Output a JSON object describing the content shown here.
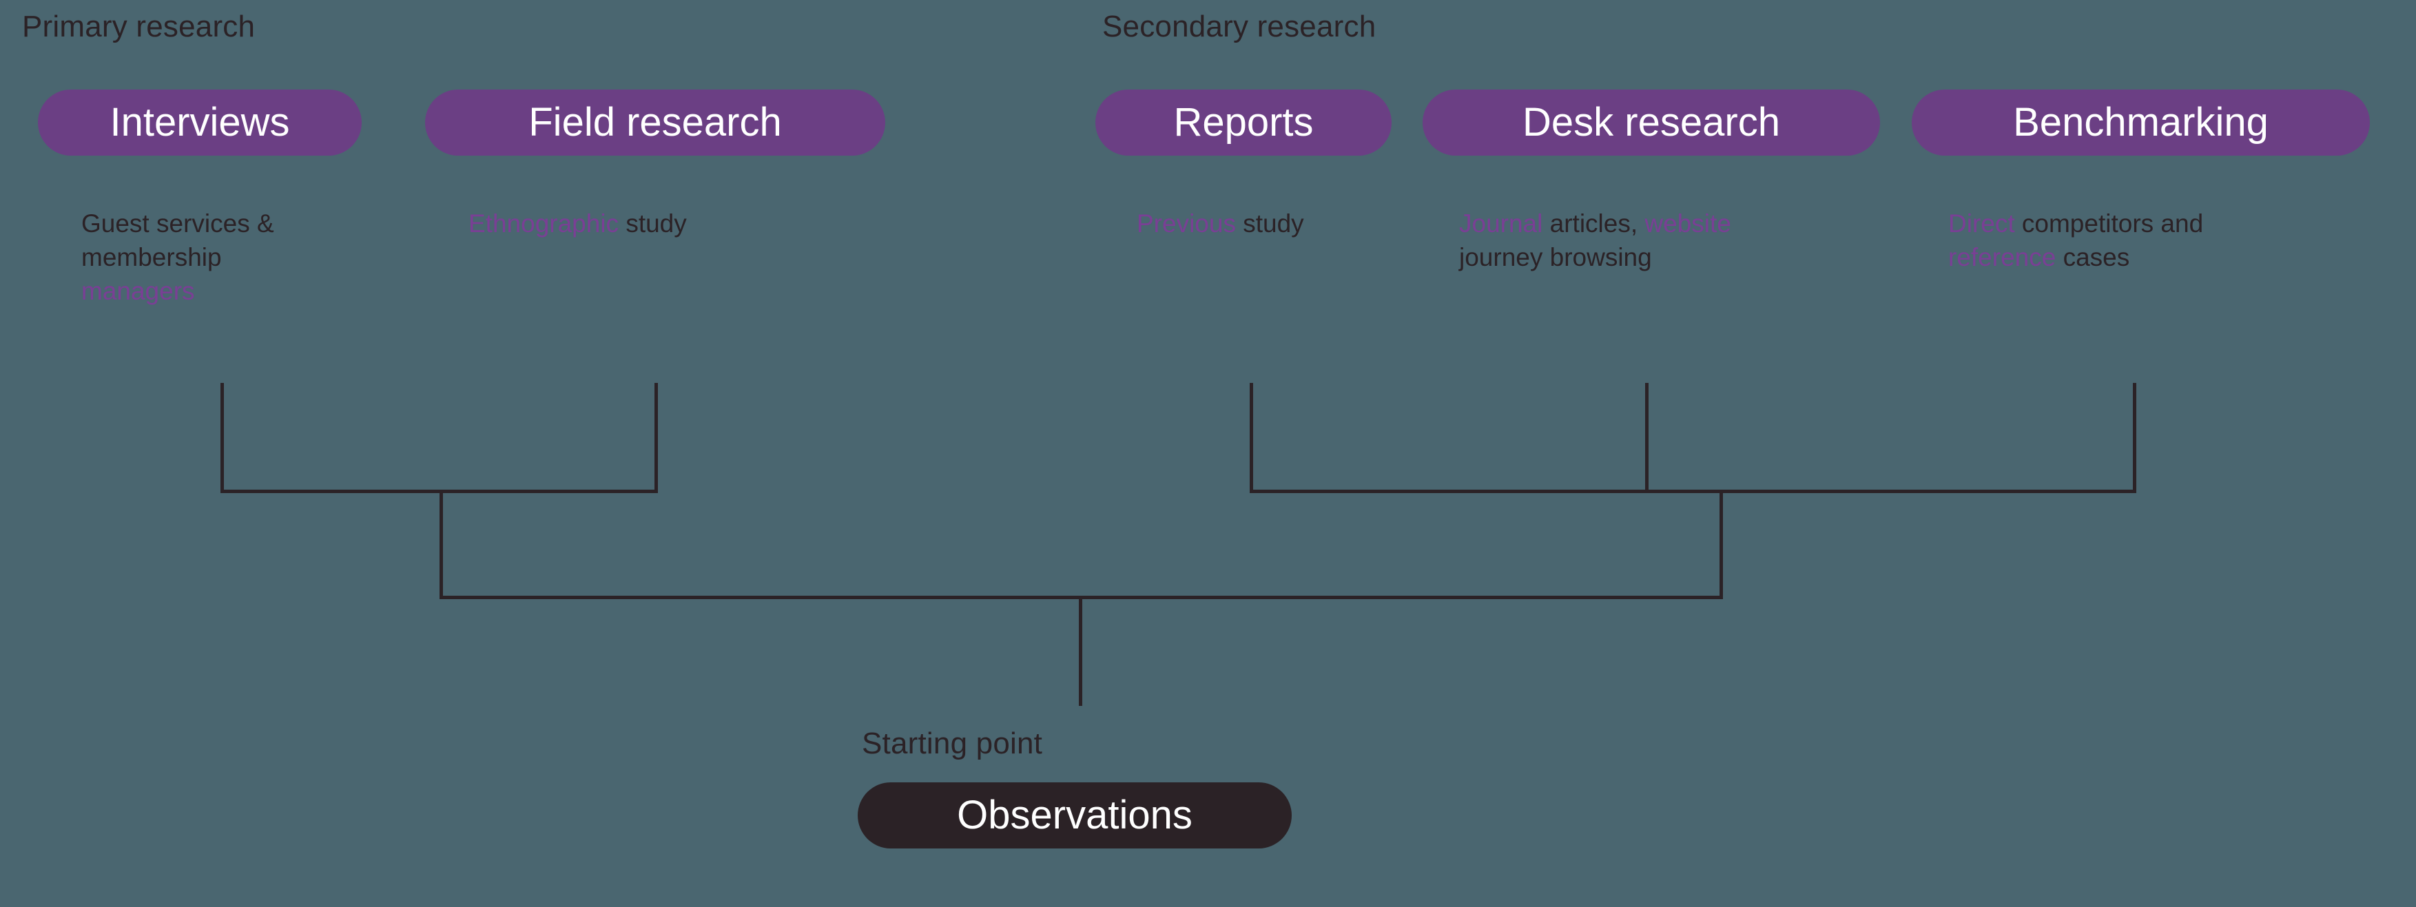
{
  "colors": {
    "background": "#4a6670",
    "pill_purple": "#6b3f84",
    "pill_dark": "#2b2226",
    "text_dark": "#2b2226",
    "text_highlight": "#7a3f95",
    "pill_text": "#ffffff",
    "connector": "#2b2226"
  },
  "groups": {
    "primary": {
      "label": "Primary research"
    },
    "secondary": {
      "label": "Secondary research"
    }
  },
  "nodes": [
    {
      "id": "interviews",
      "pill_label": "Interviews",
      "pill_style": "purple",
      "description_lines": [
        [
          {
            "t": "Guest services &",
            "hl": false
          }
        ],
        [
          {
            "t": "membership",
            "hl": false
          }
        ],
        [
          {
            "t": "managers",
            "hl": true
          }
        ]
      ]
    },
    {
      "id": "field-research",
      "pill_label": "Field research",
      "pill_style": "purple",
      "description_lines": [
        [
          {
            "t": "Ethnographic",
            "hl": true
          },
          {
            "t": " study",
            "hl": false
          }
        ]
      ]
    },
    {
      "id": "reports",
      "pill_label": "Reports",
      "pill_style": "purple",
      "description_lines": [
        [
          {
            "t": "Previous",
            "hl": true
          },
          {
            "t": " study",
            "hl": false
          }
        ]
      ]
    },
    {
      "id": "desk-research",
      "pill_label": "Desk research",
      "pill_style": "purple",
      "description_lines": [
        [
          {
            "t": "Journal",
            "hl": true
          },
          {
            "t": " articles, ",
            "hl": false
          },
          {
            "t": "website",
            "hl": true
          }
        ],
        [
          {
            "t": "journey browsing",
            "hl": false
          }
        ]
      ]
    },
    {
      "id": "benchmarking",
      "pill_label": "Benchmarking",
      "pill_style": "purple",
      "description_lines": [
        [
          {
            "t": "Direct",
            "hl": true
          },
          {
            "t": " competitors and",
            "hl": false
          }
        ],
        [
          {
            "t": "reference",
            "hl": true
          },
          {
            "t": " cases",
            "hl": false
          }
        ]
      ]
    }
  ],
  "outcome": {
    "caption": "Starting point",
    "pill_label": "Observations",
    "pill_style": "dark"
  }
}
